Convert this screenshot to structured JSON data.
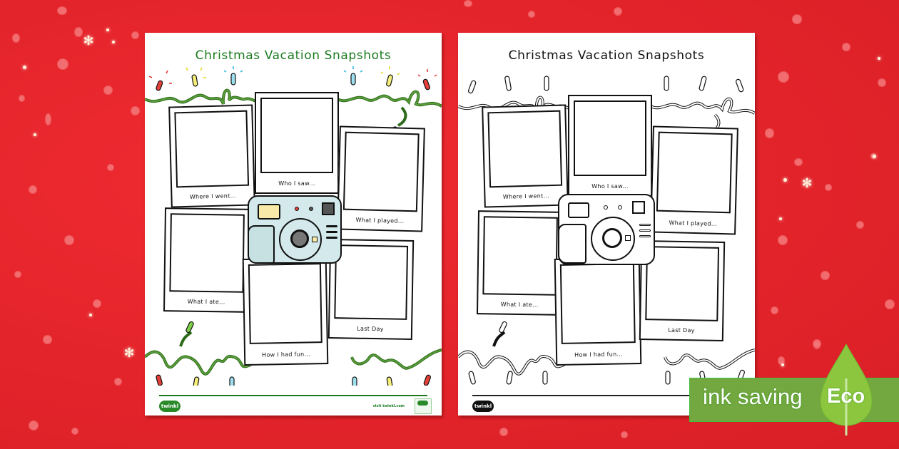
{
  "background": {
    "color": "#e8232a",
    "pattern": "snow-dots"
  },
  "pages": [
    {
      "id": "color-version",
      "title": "Christmas Vacation Snapshots",
      "title_color": "#1b7a1f",
      "camera_color": "#d3e9eb",
      "frames": [
        {
          "caption": "Where I went..."
        },
        {
          "caption": "Who I saw..."
        },
        {
          "caption": "What I played..."
        },
        {
          "caption": "What I ate..."
        },
        {
          "caption": "How I had fun..."
        },
        {
          "caption": "Last Day"
        }
      ],
      "footer": {
        "logo": "twinkl",
        "visit": "visit twinkl.com"
      }
    },
    {
      "id": "ink-saving-version",
      "title": "Christmas Vacation Snapshots",
      "title_color": "#111111",
      "camera_color": "#ffffff",
      "frames": [
        {
          "caption": "Where I went..."
        },
        {
          "caption": "Who I saw..."
        },
        {
          "caption": "What I played..."
        },
        {
          "caption": "What I ate..."
        },
        {
          "caption": "How I had fun..."
        },
        {
          "caption": "Last Day"
        }
      ],
      "footer": {
        "logo": "twinkl"
      }
    }
  ],
  "eco_badge": {
    "text": "ink saving",
    "label": "Eco",
    "color": "#72a83f",
    "leaf_color": "#8cc63f"
  }
}
